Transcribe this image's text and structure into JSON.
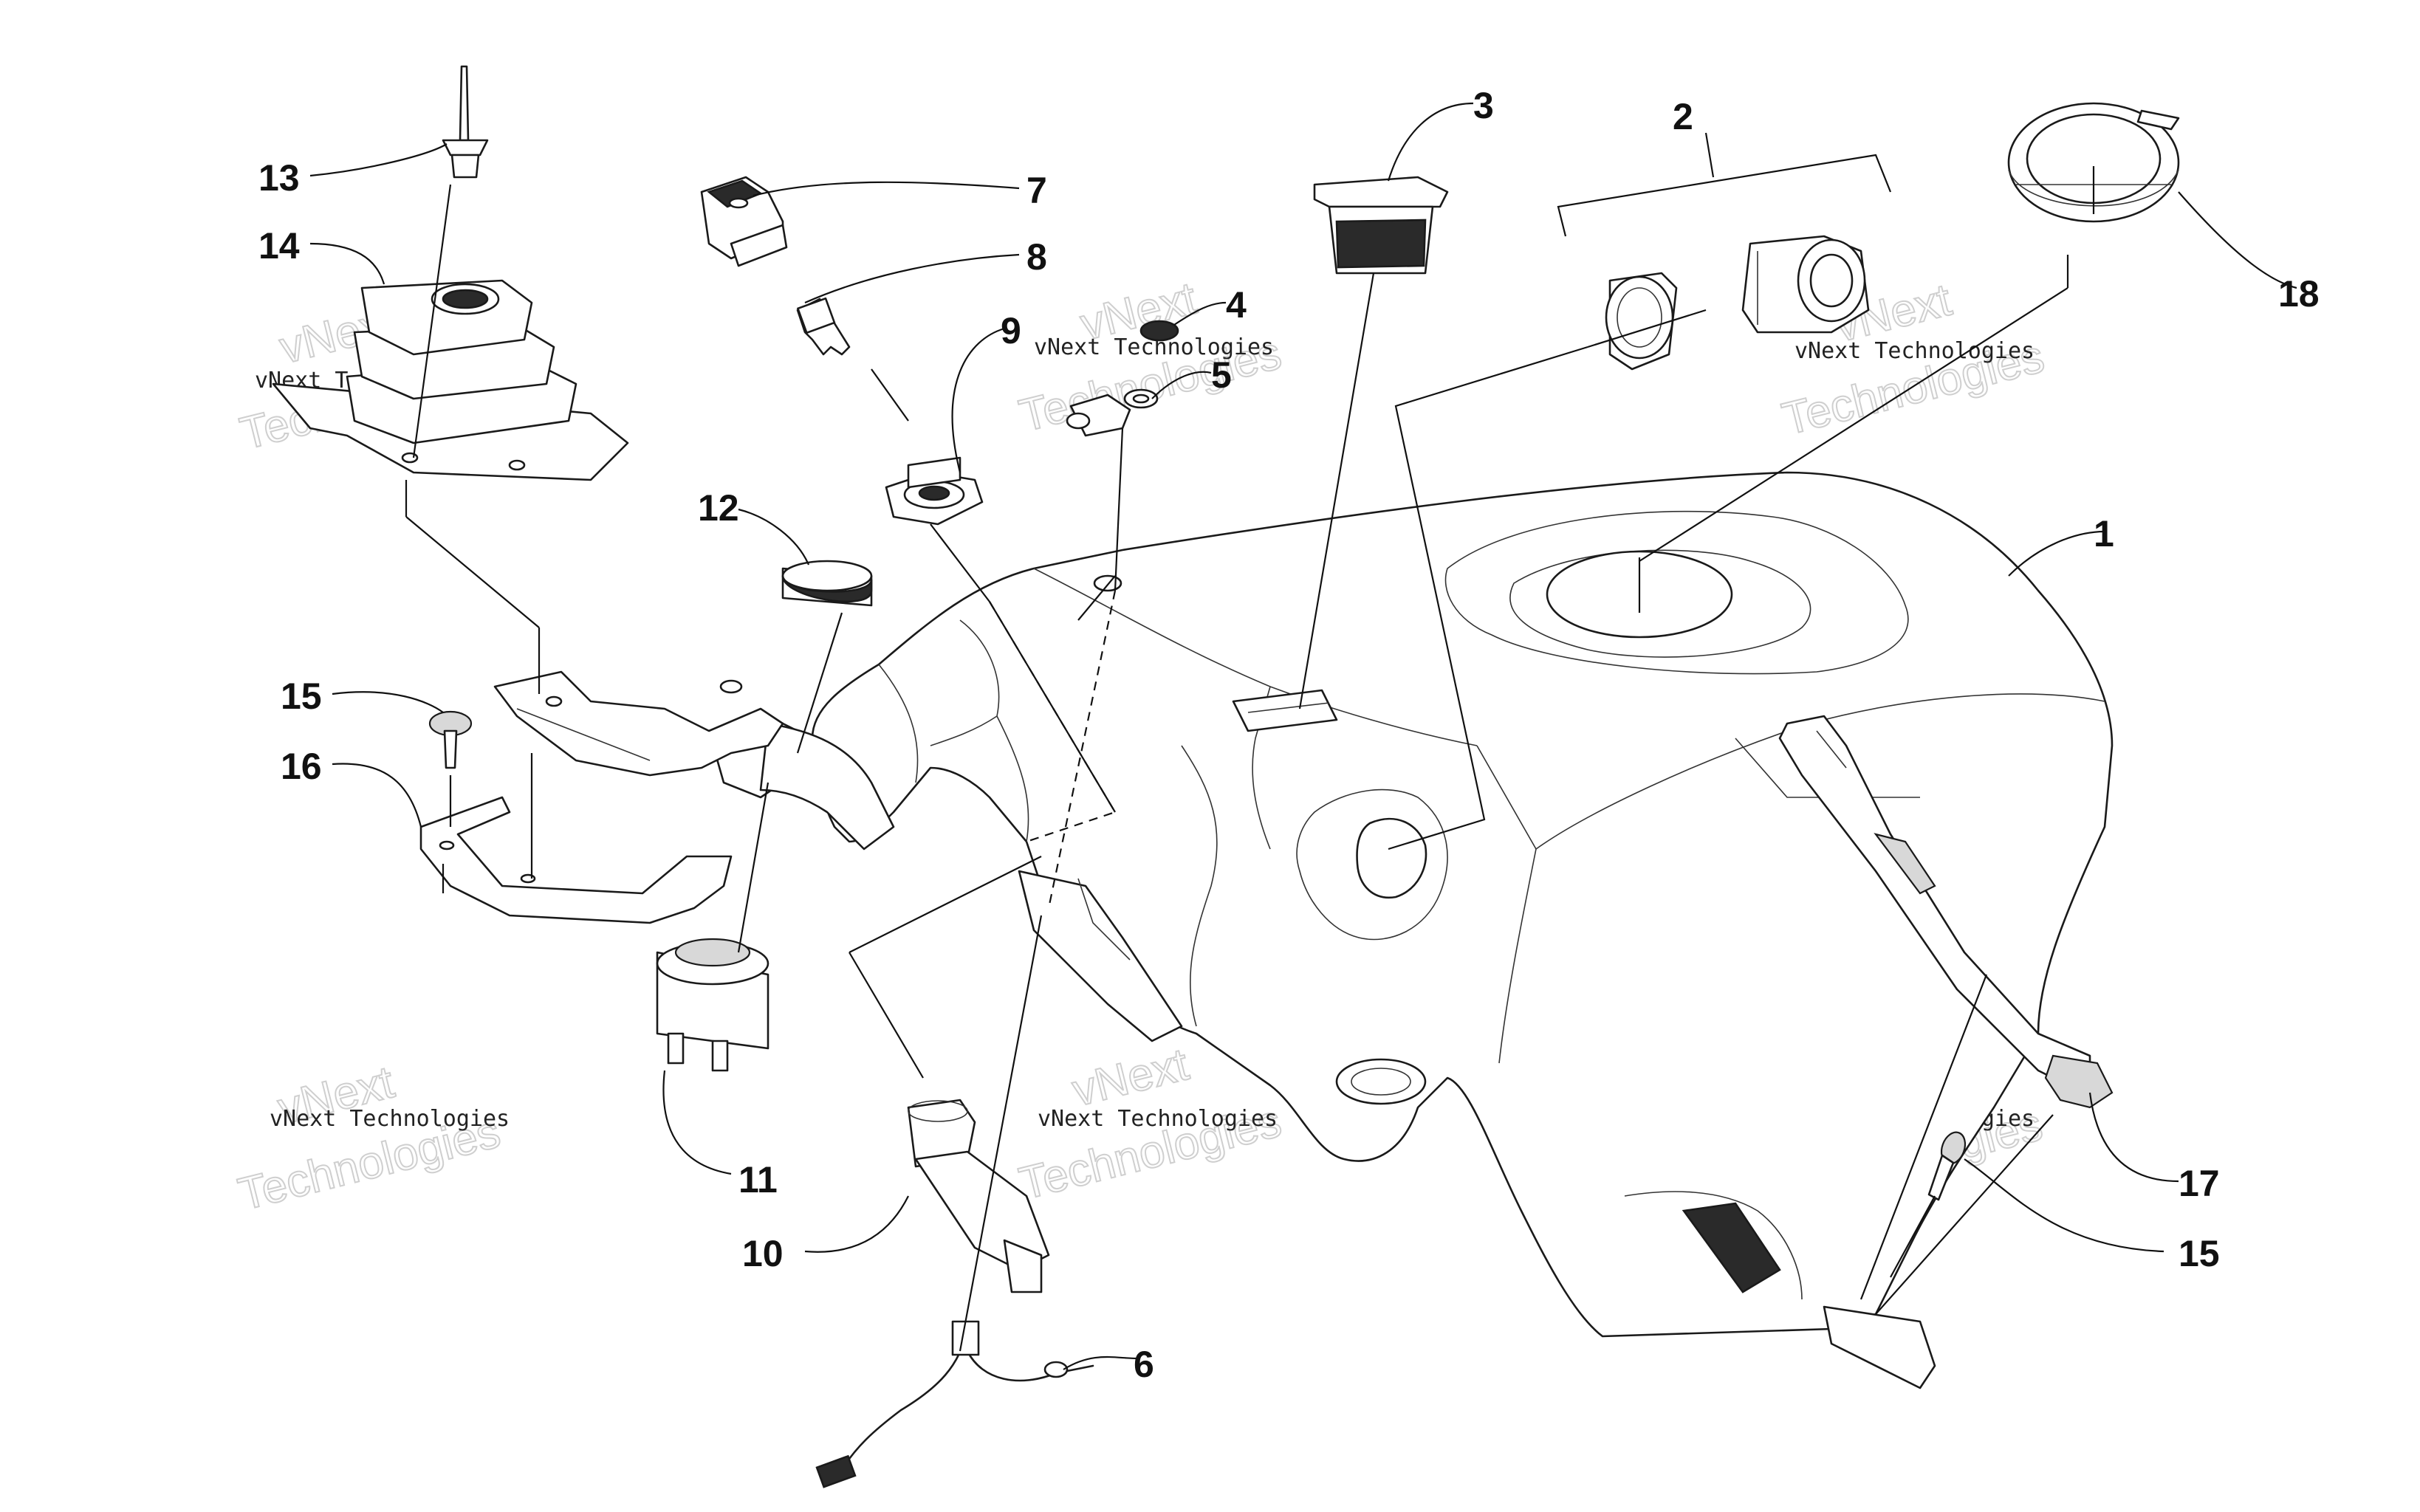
{
  "diagram": {
    "callouts": [
      "1",
      "2",
      "3",
      "4",
      "5",
      "6",
      "7",
      "8",
      "9",
      "10",
      "11",
      "12",
      "13",
      "14",
      "15",
      "16",
      "17",
      "15",
      "18"
    ],
    "watermark": {
      "line1": "vNext",
      "line2": "vNext Technologies",
      "line3": "Technologies"
    }
  }
}
